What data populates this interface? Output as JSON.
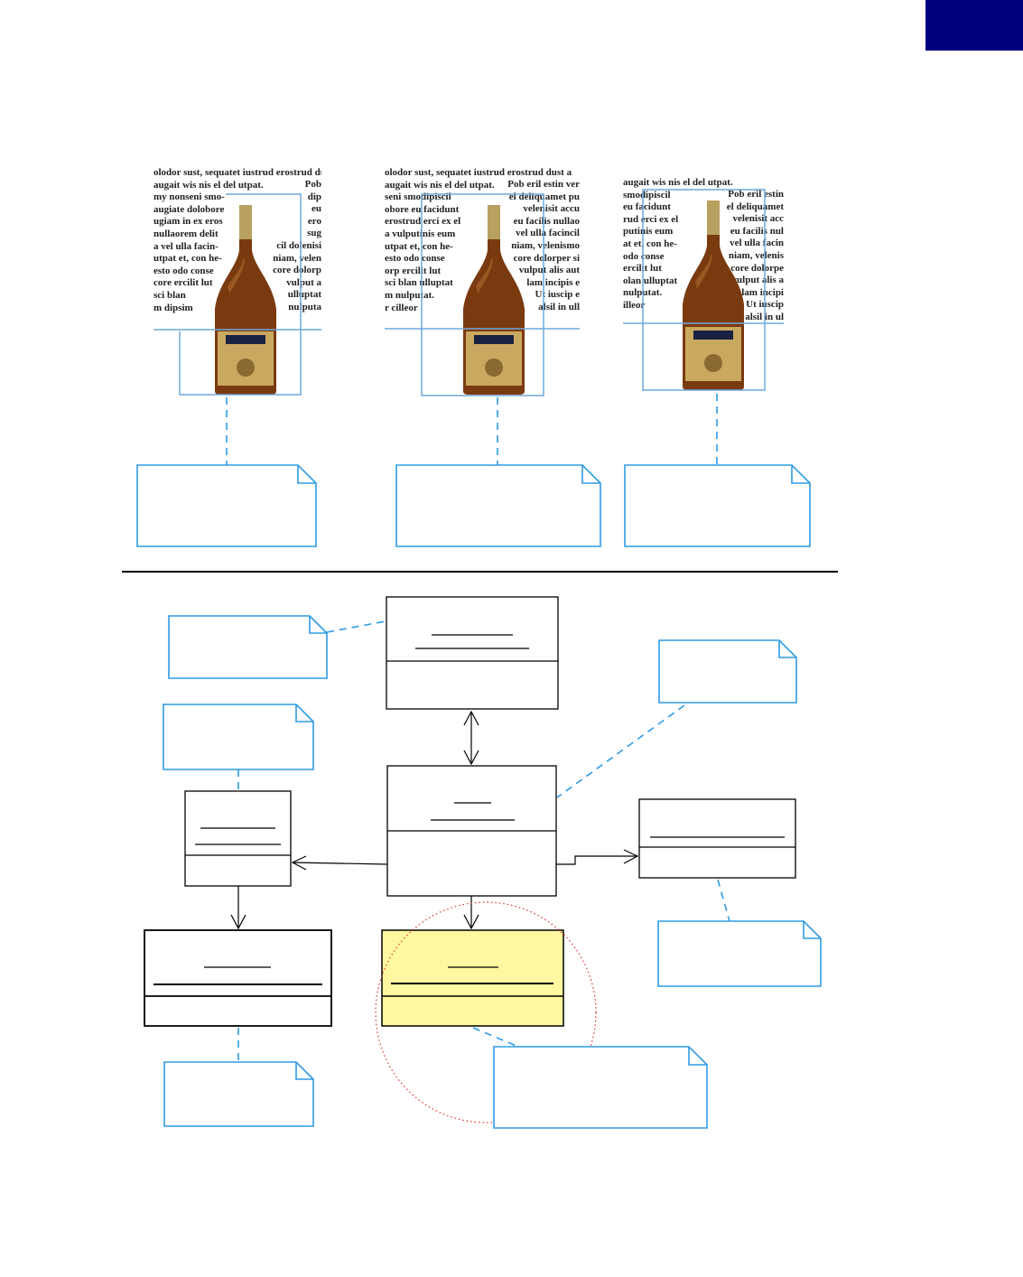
{
  "frames": [
    {
      "left_col": [
        "olodor sust, sequatet iustrud erostrud dust a",
        "augait wis nis el del utpat.",
        "my nonseni smo-",
        "augiate dolobore",
        "ugiam in ex eros",
        "nullaorem delit",
        "a vel ulla facin-",
        "utpat et, con he-",
        "esto odo conse",
        "core ercilit lut",
        "sci blan",
        "m dipsim"
      ],
      "right_col": [
        "Pob",
        "dip",
        "eu",
        "ero",
        "sug",
        "cil dolenisi",
        "niam, velen",
        "core dolorp",
        "vulput a",
        "ulluptat",
        "nulputa"
      ]
    },
    {
      "left_col": [
        "olodor sust, sequatet iustrud erostrud dust a",
        "augait wis nis el del utpat.",
        "seni smodipiscil",
        "obore eu facidunt",
        "erostrud erci ex el",
        "a vulputinis eum",
        "utpat et, con he-",
        "esto odo conse",
        "orp ercilit lut",
        "sci blan ulluptat",
        "m nulputat.",
        "r cilleor"
      ],
      "right_col": [
        "Pob eril estin ver",
        "el deliquamet pu",
        "velenisit accu",
        "eu facilis nullao",
        "vel ulla facincil",
        "niam, velenismo",
        "core dolorper si",
        "vulput alis aut",
        "lam incipis e",
        "Ut iuscip e",
        "alsil in ull"
      ]
    },
    {
      "left_col": [
        "augait wis nis el del utpat.",
        "smodipiscil",
        "eu facidunt",
        "rud erci ex el",
        "putinis eum",
        "at et, con he-",
        "odo conse",
        "ercilit lut",
        "olan ulluptat",
        "nulputat.",
        "illeor"
      ],
      "right_col": [
        "Pob eril estin",
        "el deliquamet",
        "velenisit acc",
        "eu facilis nul",
        "vel ulla facin",
        "niam, velenis",
        "core dolorpe",
        "vulput alis a",
        "lam incipi",
        "Ut iuscip",
        "alsil in ul"
      ]
    }
  ],
  "colors": {
    "accent_tab": "#00007f",
    "note_border": "#4aa3e0",
    "box_border": "#000000",
    "highlight_fill": "#fff8a0",
    "focus_circle": "#e03030",
    "bottle_glass": "#7a3a10",
    "bottle_label": "#c9a860"
  }
}
